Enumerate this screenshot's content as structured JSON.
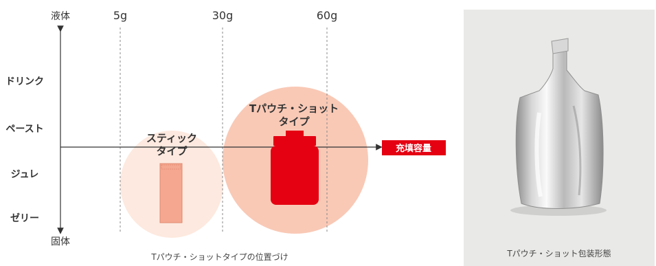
{
  "diagram": {
    "axis": {
      "top_label": "液体",
      "bottom_label": "固体",
      "categories": [
        "ドリンク",
        "ペースト",
        "ジュレ",
        "ゼリー"
      ]
    },
    "capacity_marks": [
      "5g",
      "30g",
      "60g"
    ],
    "stick_type": {
      "line1": "スティック",
      "line2": "タイプ"
    },
    "tpouch_type": {
      "line1": "Tパウチ・ショット",
      "line2": "タイプ"
    },
    "arrow_tag": "充填容量",
    "caption": "Tパウチ・ショットタイプの位置づけ",
    "colors": {
      "stick_bubble": "#fde9df",
      "tpouch_bubble": "#f9c9b6",
      "stick_pack": "#f5a78f",
      "tpouch_pack": "#e50012",
      "tag_bg": "#e50012"
    }
  },
  "photo": {
    "caption": "Tパウチ・ショット包装形態"
  }
}
